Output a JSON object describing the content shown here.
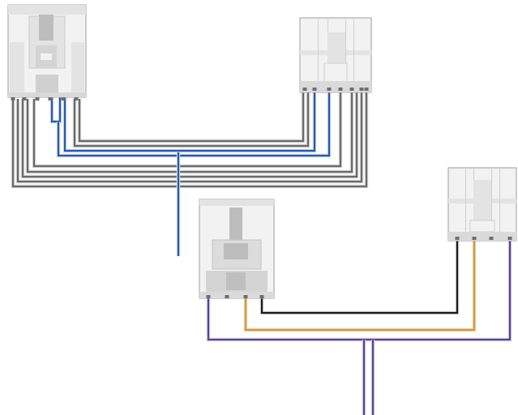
{
  "diagram": {
    "kind": "wiring-harness",
    "colors": {
      "body_light": "#f2f2f2",
      "body_mid": "#e3e3e3",
      "body_dark": "#bdbdbd",
      "body_edge": "#9e9e9e",
      "terminal": "#6e6e6e",
      "wire_gray": "#6a6a6a",
      "wire_black": "#1a1a1a",
      "wire_blue": "#1f5bb8",
      "wire_orange": "#e09a1e",
      "wire_purple": "#5b3ea0",
      "insulation": "#d8d8d8"
    },
    "connectors": [
      {
        "id": "connector-a",
        "icon": "multi-pin-connector-icon",
        "pins": 8
      },
      {
        "id": "connector-b",
        "icon": "multi-pin-connector-icon",
        "pins": 7
      },
      {
        "id": "connector-c",
        "icon": "multi-pin-connector-icon",
        "pins": 4
      },
      {
        "id": "connector-d",
        "icon": "multi-pin-connector-icon",
        "pins": 4
      }
    ],
    "wires": [
      {
        "id": "harness-1",
        "from": "connector-a",
        "to": "connector-b",
        "color": "wire_gray",
        "count": 6
      },
      {
        "id": "harness-1-signal",
        "from": "connector-a",
        "to": "connector-b",
        "color": "wire_blue",
        "count": 2
      },
      {
        "id": "harness-1-drop",
        "from": "harness-1",
        "to": "open-end",
        "color": "wire_blue",
        "count": 1
      },
      {
        "id": "harness-2-ground",
        "from": "connector-c",
        "to": "connector-d",
        "color": "wire_black",
        "count": 1
      },
      {
        "id": "harness-2-power",
        "from": "connector-c",
        "to": "connector-d",
        "color": "wire_orange",
        "count": 1
      },
      {
        "id": "harness-2-trunk",
        "from": "connector-c",
        "to": "connector-d",
        "color": "wire_purple",
        "count": 2
      }
    ]
  }
}
